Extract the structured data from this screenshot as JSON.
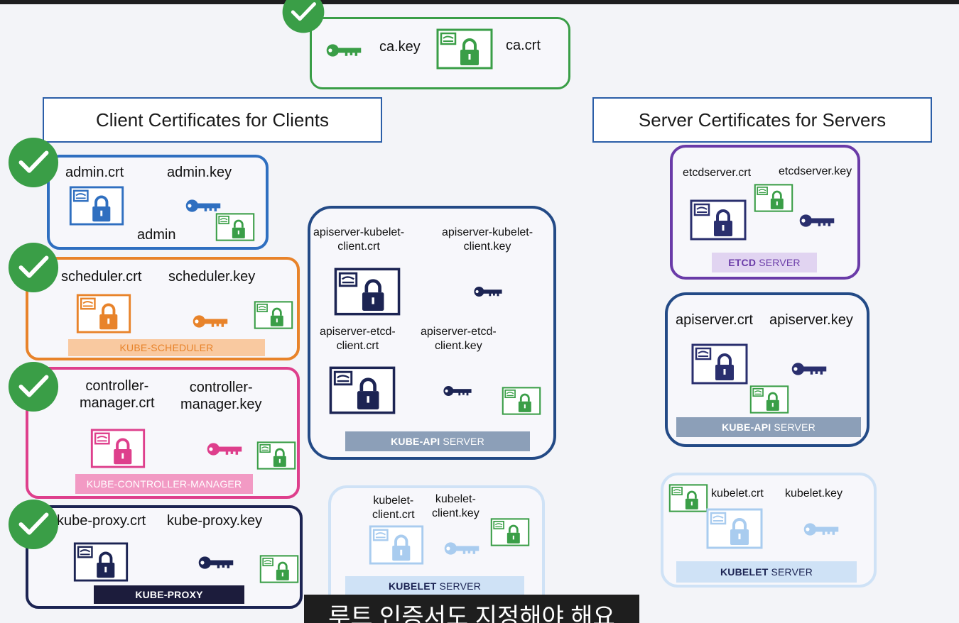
{
  "colors": {
    "green": "#3a9e47",
    "blue": "#2f6fc0",
    "orange": "#e8832a",
    "pink": "#de3f8c",
    "navy": "#1c2453",
    "kubeapi": "#234a86",
    "purple": "#6a3ba8",
    "lightblue": "#a9ccef"
  },
  "ca": {
    "key_label": "ca.key",
    "crt_label": "ca.crt"
  },
  "client_header": "Client Certificates for Clients",
  "server_header": "Server Certificates for Servers",
  "admin": {
    "crt": "admin.crt",
    "key": "admin.key",
    "name": "admin"
  },
  "scheduler": {
    "crt": "scheduler.crt",
    "key": "scheduler.key",
    "tag": "KUBE-SCHEDULER"
  },
  "controller": {
    "crt_l1": "controller-",
    "crt_l2": "manager.crt",
    "key_l1": "controller-",
    "key_l2": "manager.key",
    "tag": "KUBE-CONTROLLER-MANAGER"
  },
  "proxy": {
    "crt": "kube-proxy.crt",
    "key": "kube-proxy.key",
    "tag": "KUBE-PROXY"
  },
  "kubeapi_client": {
    "kubelet_crt_l1": "apiserver-kubelet-",
    "kubelet_crt_l2": "client.crt",
    "kubelet_key_l1": "apiserver-kubelet-",
    "kubelet_key_l2": "client.key",
    "etcd_crt_l1": "apiserver-etcd-",
    "etcd_crt_l2": "client.crt",
    "etcd_key_l1": "apiserver-etcd-",
    "etcd_key_l2": "client.key",
    "tag_bold": "KUBE-API",
    "tag_rest": "SERVER"
  },
  "kubelet_client": {
    "crt_l1": "kubelet-",
    "crt_l2": "client.crt",
    "key_l1": "kubelet-",
    "key_l2": "client.key",
    "tag_bold": "KUBELET",
    "tag_rest": "SERVER"
  },
  "etcd_server": {
    "crt": "etcdserver.crt",
    "key": "etcdserver.key",
    "tag_bold": "ETCD",
    "tag_rest": "SERVER"
  },
  "api_server": {
    "crt": "apiserver.crt",
    "key": "apiserver.key",
    "tag_bold": "KUBE-API",
    "tag_rest": "SERVER"
  },
  "kubelet_server": {
    "crt": "kubelet.crt",
    "key": "kubelet.key",
    "tag_bold": "KUBELET",
    "tag_rest": "SERVER"
  },
  "subtitle": "루트 인증서도 지정해야 해요"
}
